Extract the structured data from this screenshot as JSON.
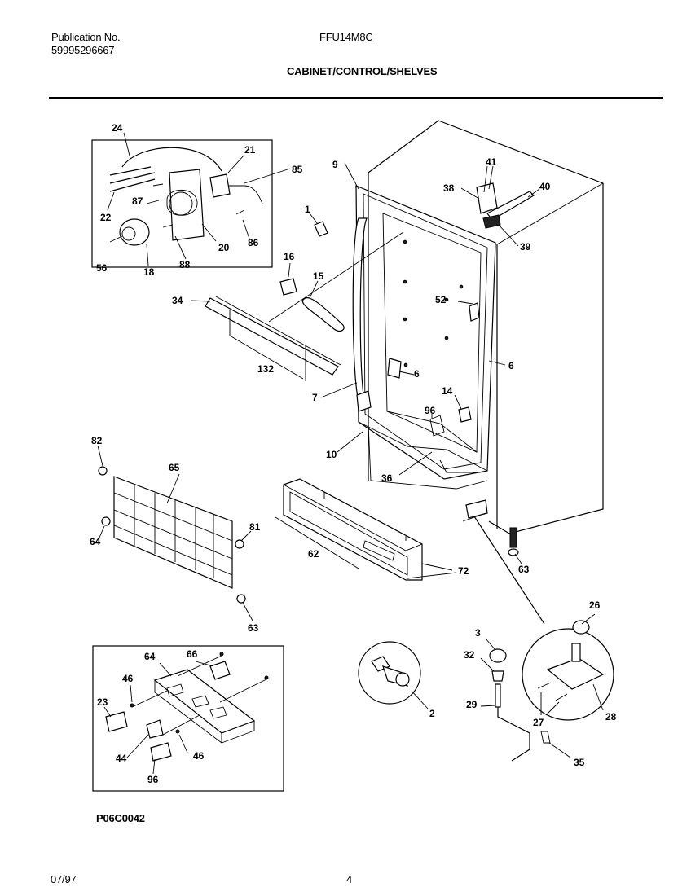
{
  "header": {
    "publication_label": "Publication No.",
    "publication_number": "59995296667",
    "model": "FFU14M8C",
    "section_title": "CABINET/CONTROL/SHELVES"
  },
  "footer": {
    "diagram_code": "P06C0042",
    "date": "07/97",
    "page_number": "4"
  },
  "part_labels": {
    "p24": "24",
    "p21": "21",
    "p85": "85",
    "p22": "22",
    "p87": "87",
    "p20": "20",
    "p86": "86",
    "p56": "56",
    "p18": "18",
    "p88": "88",
    "p9": "9",
    "p41": "41",
    "p38": "38",
    "p40": "40",
    "p39": "39",
    "p1": "1",
    "p16": "16",
    "p15": "15",
    "p52": "52",
    "p34": "34",
    "p132": "132",
    "p6a": "6",
    "p6b": "6",
    "p7": "7",
    "p14": "14",
    "p96a": "96",
    "p10": "10",
    "p36": "36",
    "p82": "82",
    "p65": "65",
    "p64a": "64",
    "p81": "81",
    "p62": "62",
    "p72": "72",
    "p63a": "63",
    "p63b": "63",
    "p26": "26",
    "p3": "3",
    "p32": "32",
    "p29": "29",
    "p27": "27",
    "p28": "28",
    "p35": "35",
    "p2": "2",
    "p64b": "64",
    "p66": "66",
    "p46a": "46",
    "p23": "23",
    "p44": "44",
    "p46b": "46",
    "p96b": "96"
  }
}
